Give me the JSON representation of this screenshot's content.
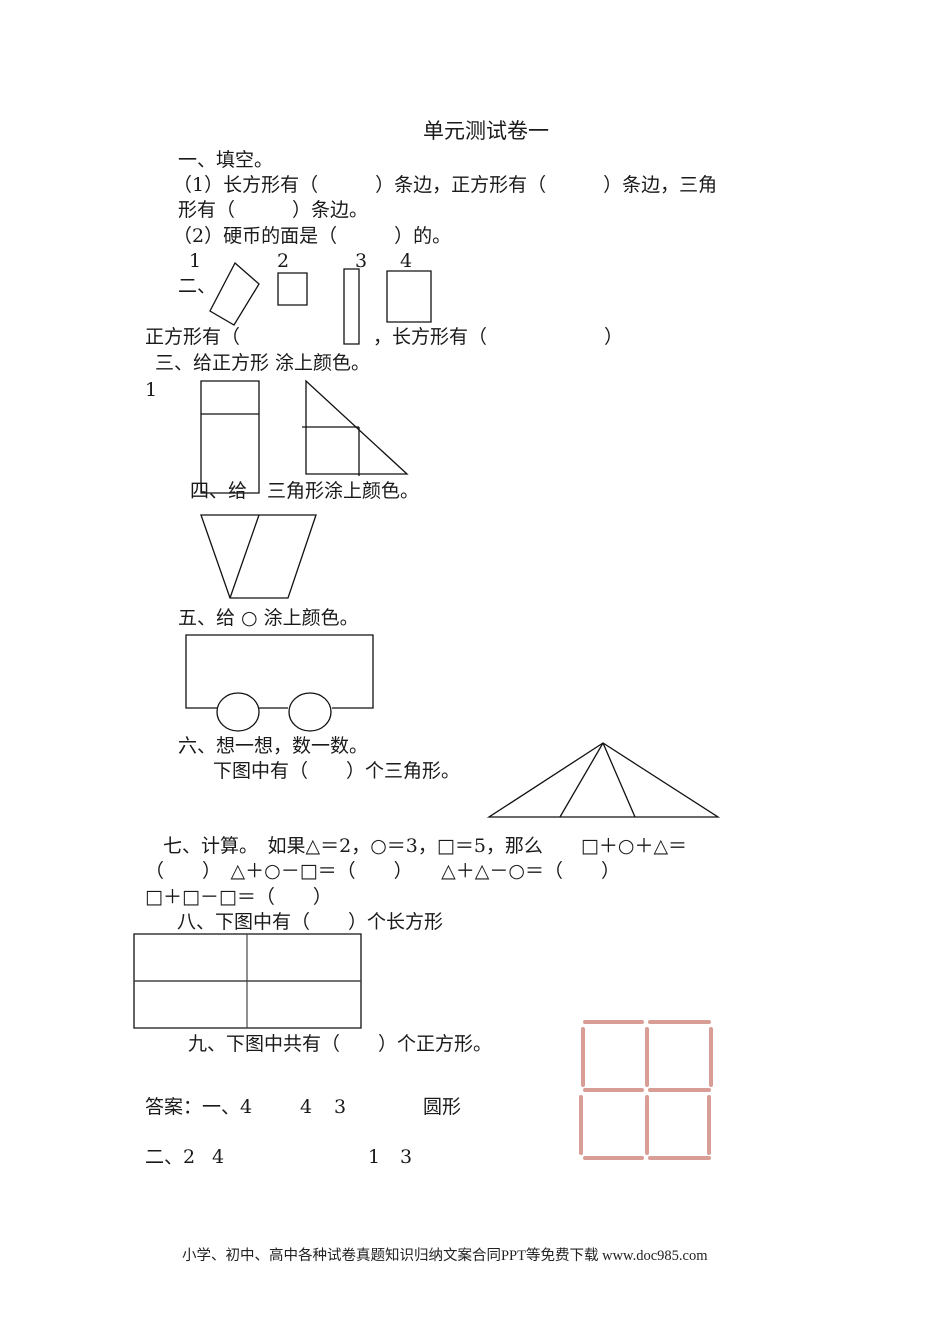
{
  "title": "单元测试卷一",
  "sections": {
    "s1": {
      "heading": "一、填空。",
      "q1_line1": "（1）长方形有（　　　）条边，正方形有（　　　）条边，三角",
      "q1_line2": "形有（　　　）条边。",
      "q2": "（2）硬币的面是（　　　）的。"
    },
    "s2": {
      "heading": "二、",
      "labels": [
        "1",
        "2",
        "3",
        "4"
      ],
      "prompt_square": "正方形有（",
      "prompt_rect": "，长方形有（",
      "close_paren": "）"
    },
    "s3": {
      "heading": "三、给正方形 涂上颜色。",
      "label": "1"
    },
    "s4": {
      "heading_left": "四、给",
      "heading_right": "三角形涂上颜色。"
    },
    "s5": {
      "heading": "五、给 ○ 涂上颜色。"
    },
    "s6": {
      "heading": "六、想一想，数一数。",
      "question": "下图中有（　　）个三角形。"
    },
    "s7": {
      "line1": "七、计算。　如果△＝2，○＝3，□＝5，那么　　□＋○＋△＝",
      "line2": "（　　）　△＋○－□＝（　　）　　△＋△－○＝（　　）",
      "line3": "□＋□－□＝（　　）"
    },
    "s8": {
      "heading": "八、下图中有（　　）个长方形"
    },
    "s9": {
      "heading": "九、下图中共有（　　）个正方形。",
      "matchstick_color": "#d4948a"
    },
    "answers": {
      "line1_prefix": "答案：一、4",
      "line1_b": "4",
      "line1_c": "3",
      "line1_d": "圆形",
      "line2_prefix": "二、2",
      "line2_b": "4",
      "line2_c": "1",
      "line2_d": "3"
    }
  },
  "footer": "小学、初中、高中各种试卷真题知识归纳文案合同PPT等免费下载 www.doc985.com"
}
